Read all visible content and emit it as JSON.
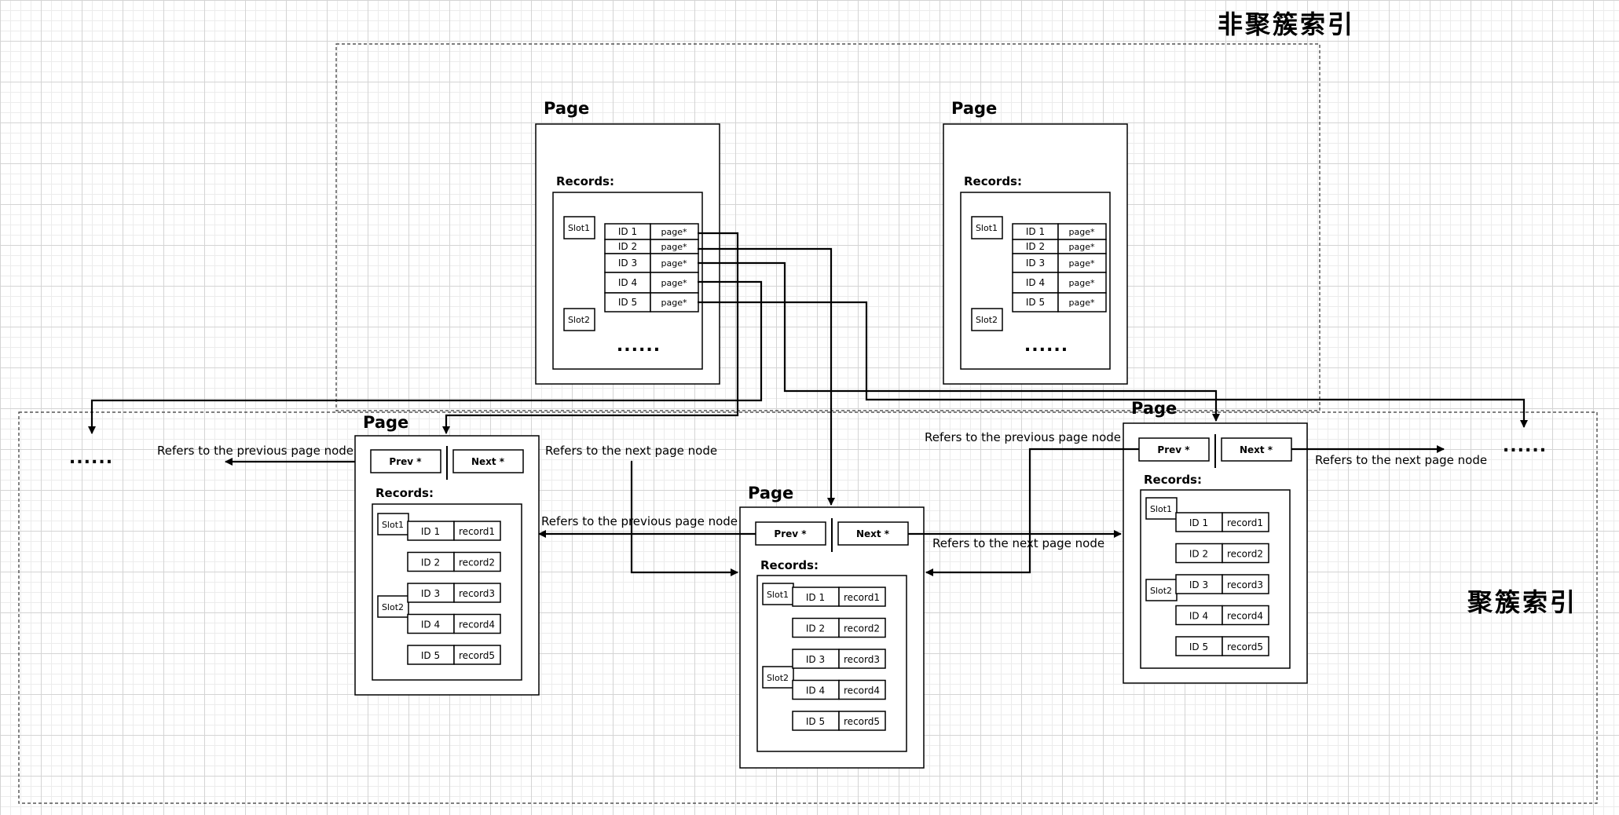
{
  "titles": {
    "non_clustered": "非聚簇索引",
    "clustered": "聚簇索引"
  },
  "labels": {
    "page": "Page",
    "records": "Records:",
    "slot1": "Slot1",
    "slot2": "Slot2",
    "prev": "Prev *",
    "next": "Next *",
    "ellipsis": "......",
    "ref_prev": "Refers to the previous page node",
    "ref_next": "Refers to the next page node"
  },
  "non_clustered_rows": [
    {
      "id": "ID 1",
      "ptr": "page*"
    },
    {
      "id": "ID 2",
      "ptr": "page*"
    },
    {
      "id": "ID 3",
      "ptr": "page*"
    },
    {
      "id": "ID 4",
      "ptr": "page*"
    },
    {
      "id": "ID 5",
      "ptr": "page*"
    }
  ],
  "clustered_rows": [
    {
      "id": "ID 1",
      "record": "record1"
    },
    {
      "id": "ID 2",
      "record": "record2"
    },
    {
      "id": "ID 3",
      "record": "record3"
    },
    {
      "id": "ID 4",
      "record": "record4"
    },
    {
      "id": "ID 5",
      "record": "record5"
    }
  ]
}
